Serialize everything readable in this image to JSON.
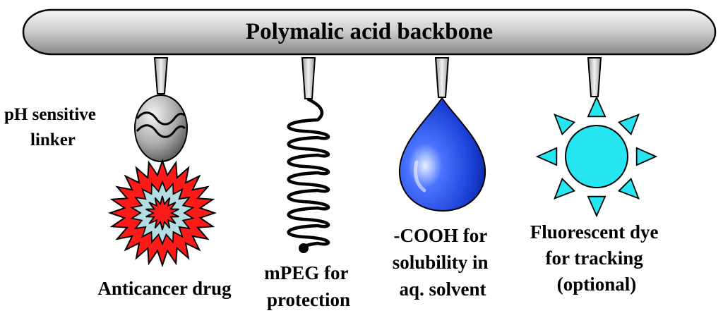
{
  "backbone": {
    "label": "Polymalic acid backbone"
  },
  "components": {
    "linker": {
      "label_lines": [
        "pH sensitive",
        "linker"
      ]
    },
    "drug": {
      "label": "Anticancer drug"
    },
    "mpeg": {
      "label_lines": [
        "mPEG for",
        "protection"
      ]
    },
    "cooh": {
      "label_lines": [
        "-COOH for",
        "solubility in",
        "aq. solvent"
      ]
    },
    "dye": {
      "label_lines": [
        "Fluorescent dye",
        "for tracking",
        "(optional)"
      ]
    }
  },
  "colors": {
    "backbone_fill": "#c8c8c8",
    "drug_outer": "#ff1a1a",
    "drug_ring": "#b4dde2",
    "drug_core": "#ff1a1a",
    "droplet": "#1a3fd6",
    "sun": "#25e6f0",
    "stroke": "#000000"
  },
  "icons": [
    "ellipsoid-linker-icon",
    "starburst-drug-icon",
    "coil-icon",
    "droplet-icon",
    "sun-icon"
  ]
}
